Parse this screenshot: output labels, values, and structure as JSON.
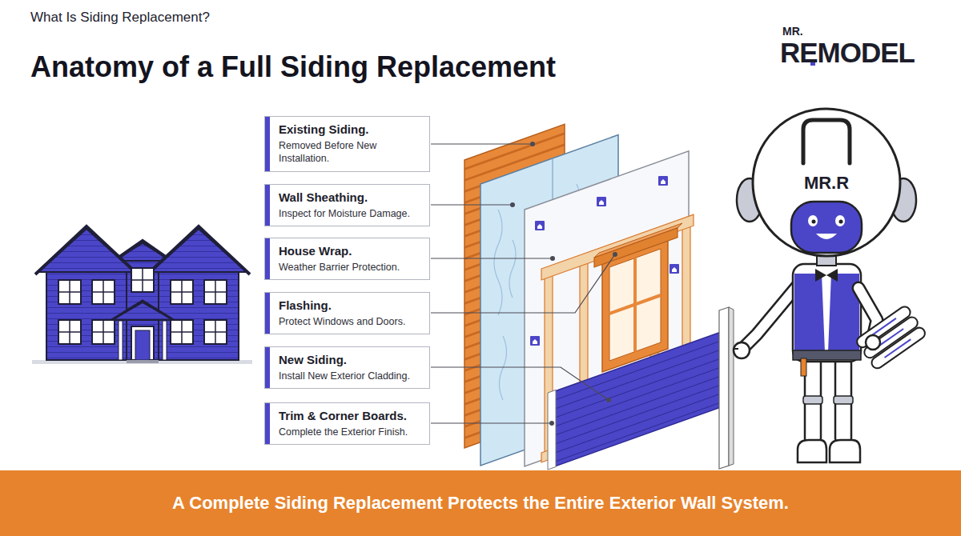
{
  "diagram": {
    "title": "Anatomy of a Full Siding Replacement",
    "caption": "A Complete Siding Replacement Protects the Entire Exterior Wall System.",
    "nodes": [
      {
        "text": [
          "Existing Siding.",
          "Removed Before New Installation."
        ]
      },
      {
        "text": [
          "Wall Sheathing.",
          "Inspect for Moisture Damage."
        ]
      },
      {
        "text": [
          "House Wrap.",
          "Weather Barrier Protection."
        ]
      },
      {
        "text": [
          "Flashing.",
          "Protect Windows and Doors."
        ]
      },
      {
        "text": [
          "New Siding.",
          "Install New Exterior Cladding."
        ]
      },
      {
        "text": [
          "Trim & Corner Boards.",
          "Complete the Exterior Finish."
        ]
      }
    ],
    "labels": [
      "What Is Siding Replacement?",
      "MR.",
      "REMODEL",
      "MR.R"
    ]
  }
}
